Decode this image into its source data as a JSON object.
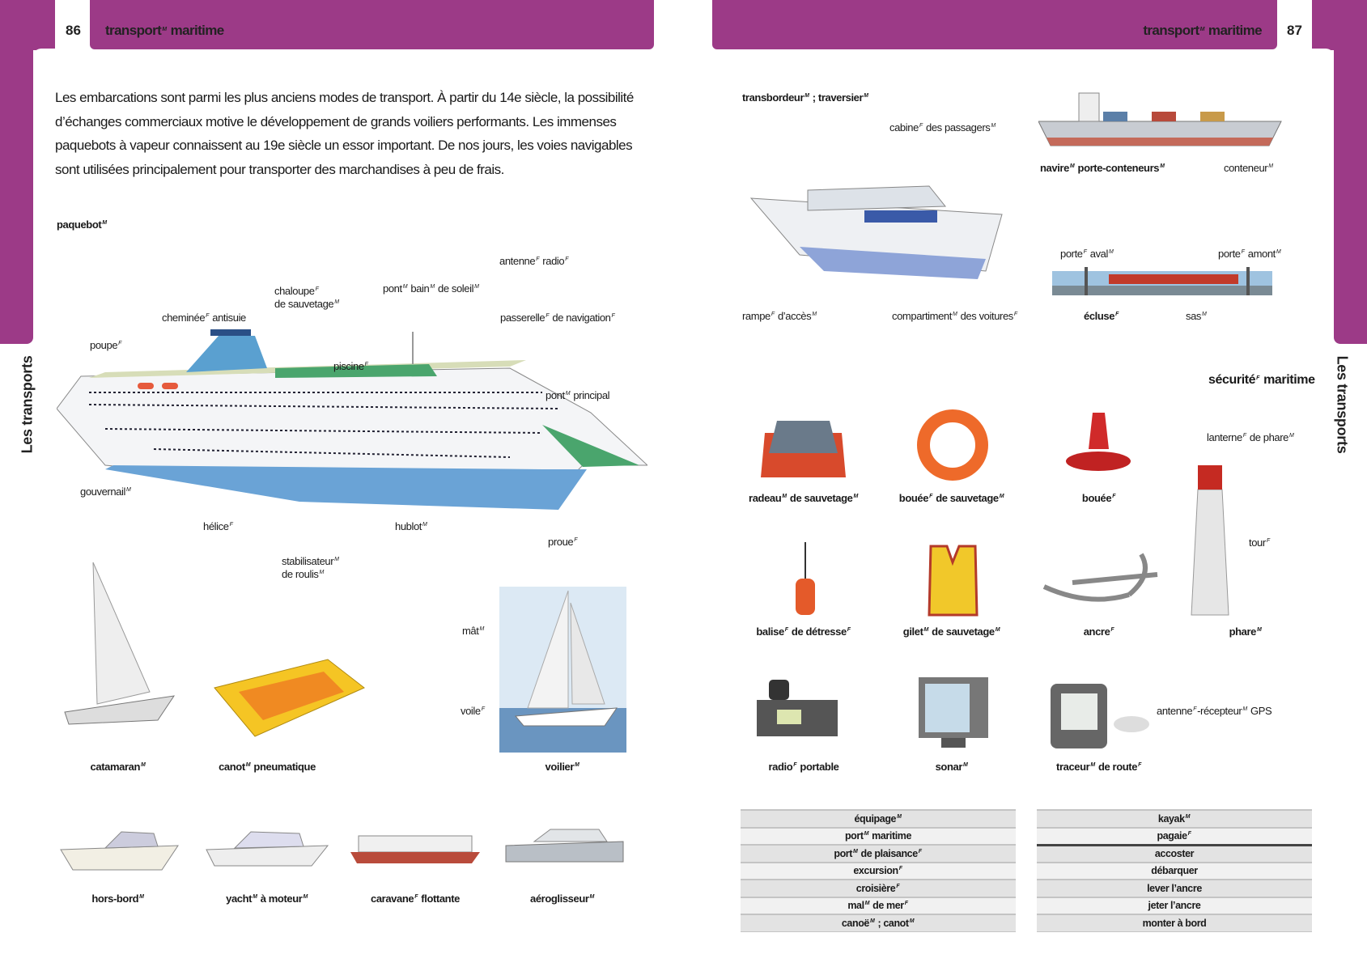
{
  "left_page": {
    "page_number": "86",
    "header": "transport^M maritime",
    "side_tab": "Les transports",
    "intro": "Les embarcations sont parmi les plus anciens modes de transport. À partir du 14e siècle, la possibilité d’échanges commerciaux motive le développement de grands voiliers performants. Les immenses paquebots à vapeur connaissent au 19e siècle un essor important. De nos jours, les voies navigables sont utilisées principalement pour transporter des marchandises à peu de frais.",
    "paquebot": {
      "title": "paquebot^M",
      "labels": {
        "antenne_radio": "antenne^F radio^F",
        "pont_bain": "pont^M bain^M de soleil^M",
        "chaloupe_1": "chaloupe^F",
        "chaloupe_2": "de sauvetage^M",
        "cheminee": "cheminée^F antisuie",
        "passerelle": "passerelle^F de navigation^F",
        "poupe": "poupe^F",
        "piscine": "piscine^F",
        "pont_principal": "pont^M principal",
        "gouvernail": "gouvernail^M",
        "helice": "hélice^F",
        "hublot": "hublot^M",
        "proue": "proue^F",
        "stabilisateur_1": "stabilisateur^M",
        "stabilisateur_2": "de roulis^M"
      }
    },
    "boats": {
      "catamaran": "catamaran^M",
      "canot": "canot^M pneumatique",
      "voilier": "voilier^M",
      "mat": "mât^M",
      "voile": "voile^F",
      "hors_bord": "hors-bord^M",
      "yacht": "yacht^M à moteur^M",
      "caravane": "caravane^F flottante",
      "aeroglisseur": "aéroglisseur^M"
    }
  },
  "right_page": {
    "page_number": "87",
    "header": "transport^M maritime",
    "side_tab": "Les transports",
    "transbordeur": {
      "title": "transbordeur^M ; traversier^M",
      "cabine": "cabine^F des passagers^M",
      "rampe": "rampe^F d’accès^M",
      "compartiment": "compartiment^M des voitures^F"
    },
    "porte_conteneurs": {
      "title": "navire^M porte-conteneurs^M",
      "conteneur": "conteneur^M"
    },
    "ecluse": {
      "porte_aval": "porte^F aval^M",
      "porte_amont": "porte^F amont^M",
      "title": "écluse^F",
      "sas": "sas^M"
    },
    "securite": {
      "title": "sécurité^F maritime",
      "radeau": "radeau^M de sauvetage^M",
      "bouee_sauvetage": "bouée^F de sauvetage^M",
      "bouee": "bouée^F",
      "lanterne": "lanterne^F de phare^M",
      "tour": "tour^F",
      "phare": "phare^M",
      "balise": "balise^F de détresse^F",
      "gilet": "gilet^M de sauvetage^M",
      "ancre": "ancre^F",
      "radio": "radio^F portable",
      "sonar": "sonar^M",
      "traceur": "traceur^M de route^F",
      "antenne_gps": "antenne^F-récepteur^M GPS"
    },
    "table_left": [
      "équipage^M",
      "port^M maritime",
      "port^M de plaisance^F",
      "excursion^F",
      "croisière^F",
      "mal^M de mer^F",
      "canoë^M ; canot^M"
    ],
    "table_right": [
      "kayak^M",
      "pagaie^F",
      "accoster",
      "débarquer",
      "lever l’ancre",
      "jeter l’ancre",
      "monter à bord"
    ]
  },
  "colors": {
    "accent": "#9c3a87"
  }
}
